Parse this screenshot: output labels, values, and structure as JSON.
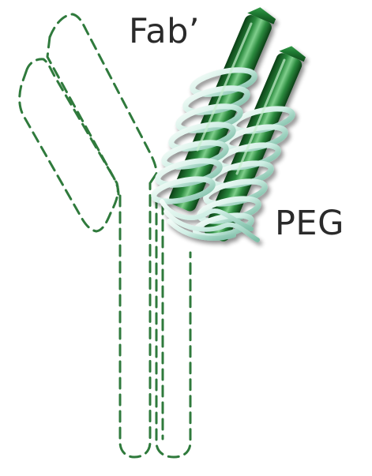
{
  "labels": {
    "fab": "Fab’",
    "peg": "PEG"
  },
  "colors": {
    "outline_dash": "#2f7a3c",
    "rod_dark": "#0d4a1a",
    "rod_mid": "#2b8a3e",
    "rod_light": "#8fd19a",
    "peg_coil": "#cfeee4",
    "peg_coil_edge": "#8ec7b3",
    "text": "#2a2a2a"
  },
  "parts": {
    "antibody_outline": "dashed-outline",
    "fab_rods": 2,
    "peg_coil_turns_per_rod": 7
  }
}
